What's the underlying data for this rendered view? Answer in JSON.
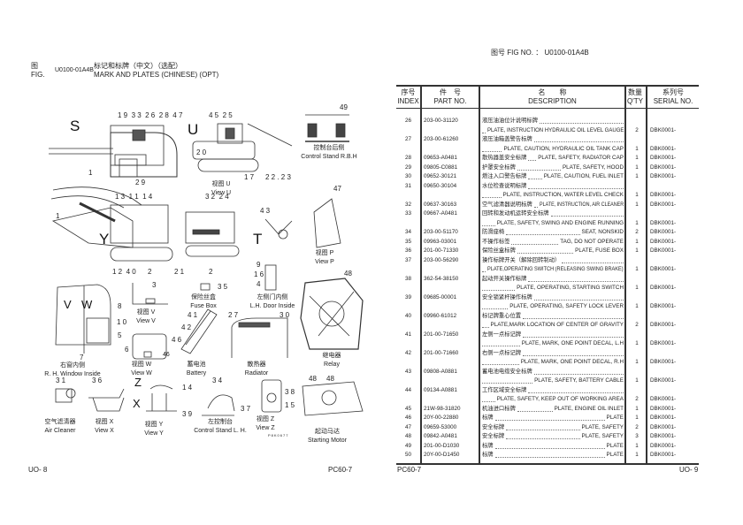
{
  "header": {
    "fig_no_label": "图号 FIG NO. ：",
    "fig_no": "U0100-01A4B",
    "fig_cn": "图",
    "fig_en": "FIG.",
    "fig_code": "U0100-01A4B",
    "title_cn": "标记和标牌（中文）（选配）",
    "title_en": "MARK AND PLATES (CHINESE) (OPT)"
  },
  "table": {
    "headers": {
      "index_cn": "序号",
      "index_en": "INDEX",
      "part_cn": "件　号",
      "part_en": "PART NO.",
      "desc_cn": "名　　称",
      "desc_en": "DESCRIPTION",
      "qty_cn": "数量",
      "qty_en": "Q'TY",
      "serial_cn": "系列号",
      "serial_en": "SERIAL NO."
    },
    "rows": [
      {
        "index": "26",
        "part": "203-00-31120",
        "cn": "液压油油位计说明标牌",
        "en": "PLATE, INSTRUCTION HYDRAULIC OIL LEVEL GAUGE",
        "qty": "2",
        "serial": "DBK0001-",
        "two": true
      },
      {
        "index": "27",
        "part": "203-00-61260",
        "cn": "液压油箱盖警告标牌",
        "en": "PLATE, CAUTION, HYDRAULIC OIL TANK CAP",
        "qty": "1",
        "serial": "DBK0001-",
        "two": true
      },
      {
        "index": "28",
        "part": "09653-A0481",
        "cn": "散热器盖安全标牌",
        "en": "PLATE, SAFETY, RADIATOR CAP",
        "qty": "1",
        "serial": "DBK0001-",
        "two": false
      },
      {
        "index": "29",
        "part": "09805-C0881",
        "cn": "护罩安全标牌",
        "en": "PLATE, SAFETY, HOOD",
        "qty": "1",
        "serial": "DBK0001-",
        "two": false
      },
      {
        "index": "30",
        "part": "09652-30121",
        "cn": "燃注入口警告标牌",
        "en": "PLATE, CAUTION, FUEL INLET",
        "qty": "1",
        "serial": "DBK0001-",
        "two": false
      },
      {
        "index": "31",
        "part": "09650-30104",
        "cn": "水位检查说明标牌",
        "en": "PLATE, INSTRUCTION, WATER LEVEL CHECK",
        "qty": "1",
        "serial": "DBK0001-",
        "two": true
      },
      {
        "index": "32",
        "part": "09637-30163",
        "cn": "空气滤清器说明标牌",
        "en": "PLATE, INSTRUCTION, AIR CLEANER",
        "qty": "1",
        "serial": "DBK0001-",
        "two": false
      },
      {
        "index": "33",
        "part": "09667-A0481",
        "cn": "回转和发动机运转安全标牌",
        "en": "PLATE, SAFETY, SWING AND ENGINE RUNNING",
        "qty": "1",
        "serial": "DBK0001-",
        "two": true
      },
      {
        "index": "34",
        "part": "203-00-51170",
        "cn": "防滑座椅",
        "en": "SEAT, NONSKID",
        "qty": "2",
        "serial": "DBK0001-",
        "two": false
      },
      {
        "index": "35",
        "part": "09963-03001",
        "cn": "不操作标签",
        "en": "TAG, DO NOT OPERATE",
        "qty": "1",
        "serial": "DBK0001-",
        "two": false
      },
      {
        "index": "36",
        "part": "201-00-71330",
        "cn": "保险丝盒标牌",
        "en": "PLATE, FUSE BOX",
        "qty": "1",
        "serial": "DBK0001-",
        "two": false
      },
      {
        "index": "37",
        "part": "203-00-56290",
        "cn": "操作标牌开关（解除回转制动）",
        "en": "PLATE,OPERATING SWITCH (RELEASING SWING BRAKE)",
        "qty": "1",
        "serial": "DBK0001-",
        "two": true
      },
      {
        "index": "38",
        "part": "362-54-38150",
        "cn": "起动开关操作标牌",
        "en": "PLATE, OPERATING, STARTING SWITCH",
        "qty": "1",
        "serial": "DBK0001-",
        "two": true
      },
      {
        "index": "39",
        "part": "09685-00001",
        "cn": "安全锁紧杆操作标牌",
        "en": "PLATE, OPERATING, SAFETY LOCK LEVER",
        "qty": "1",
        "serial": "DBK0001-",
        "two": true
      },
      {
        "index": "40",
        "part": "09960-61012",
        "cn": "标记牌重心位置",
        "en": "PLATE,MARK LOCATION OF CENTER OF GRAVITY",
        "qty": "2",
        "serial": "DBK0001-",
        "two": true
      },
      {
        "index": "41",
        "part": "201-00-71650",
        "cn": "左侧一点标记牌",
        "en": "PLATE, MARK, ONE POINT DECAL, L.H",
        "qty": "1",
        "serial": "DBK0001-",
        "two": true
      },
      {
        "index": "42",
        "part": "201-00-71660",
        "cn": "右侧一点标记牌",
        "en": "PLATE, MARK, ONE POINT DECAL, R.H",
        "qty": "1",
        "serial": "DBK0001-",
        "two": true
      },
      {
        "index": "43",
        "part": "09808-A0881",
        "cn": "蓄电池电缆安全标牌",
        "en": "PLATE, SAFETY, BATTERY CABLE",
        "qty": "1",
        "serial": "DBK0001-",
        "two": true
      },
      {
        "index": "44",
        "part": "09134-A0881",
        "cn": "工作区域安全标牌",
        "en": "PLATE, SAFETY, KEEP OUT OF WORKING AREA",
        "qty": "2",
        "serial": "DBK0001-",
        "two": true
      },
      {
        "index": "45",
        "part": "21W-98-31820",
        "cn": "机油进口标牌",
        "en": "PLATE, ENGINE OIL INLET",
        "qty": "1",
        "serial": "DBK0001-",
        "two": false
      },
      {
        "index": "46",
        "part": "20Y-00-22880",
        "cn": "标牌",
        "en": "PLATE",
        "qty": "1",
        "serial": "DBK0001-",
        "two": false
      },
      {
        "index": "47",
        "part": "09659-53000",
        "cn": "安全标牌",
        "en": "PLATE, SAFETY",
        "qty": "2",
        "serial": "DBK0001-",
        "two": false
      },
      {
        "index": "48",
        "part": "09842-A0481",
        "cn": "安全标牌",
        "en": "PLATE, SAFETY",
        "qty": "3",
        "serial": "DBK0001-",
        "two": false
      },
      {
        "index": "49",
        "part": "201-00-D1030",
        "cn": "标牌",
        "en": "PLATE",
        "qty": "1",
        "serial": "DBK0001-",
        "two": false
      },
      {
        "index": "50",
        "part": "20Y-00-D1450",
        "cn": "标牌",
        "en": "PLATE",
        "qty": "1",
        "serial": "DBK0001-",
        "two": false
      }
    ]
  },
  "diagram": {
    "callouts": [
      "1 9  3 3  2 6  2 8  4 7",
      "4 5  2 5",
      "2 0",
      "2 9",
      "1 7",
      "2 2 . 2 3",
      "49",
      "47",
      "1",
      "1 3  1 1  1 4",
      "3 2  2 4",
      "4 3",
      "1",
      "1 2  4 0",
      "2",
      "2 1",
      "2",
      "9",
      "1 6",
      "4",
      "48",
      "3",
      "3 5",
      "8",
      "1 0",
      "5",
      "7",
      "4 1",
      "4 2",
      "4 6",
      "2 7",
      "3 0",
      "6",
      "46",
      "3 1",
      "3 6",
      "1 4",
      "3 4",
      "3 8",
      "48",
      "48",
      "3 9",
      "3 7",
      "1 5",
      "P8K0677"
    ],
    "letters": [
      "S",
      "U",
      "Y",
      "T",
      "V",
      "W",
      "Z",
      "X"
    ],
    "captions": [
      {
        "cn": "视图 U",
        "en": "View U"
      },
      {
        "cn": "控制台后侧",
        "en": "Control Stand R.B.H"
      },
      {
        "cn": "视图 P",
        "en": "View P"
      },
      {
        "cn": "保险丝盒",
        "en": "Fuse Box"
      },
      {
        "cn": "左侧门内侧",
        "en": "L.H. Door Inside"
      },
      {
        "cn": "视图 V",
        "en": "View V"
      },
      {
        "cn": "右窗内侧",
        "en": "R. H. Window Inside"
      },
      {
        "cn": "视图 W",
        "en": "View W"
      },
      {
        "cn": "蓄电池",
        "en": "Battery"
      },
      {
        "cn": "散热器",
        "en": "Radiator"
      },
      {
        "cn": "继电器",
        "en": "Relay"
      },
      {
        "cn": "空气滤清器",
        "en": "Air Cleaner"
      },
      {
        "cn": "视图 X",
        "en": "View X"
      },
      {
        "cn": "视图 Y",
        "en": "View Y"
      },
      {
        "cn": "左控制台",
        "en": "Control Stand L. H."
      },
      {
        "cn": "视图 Z",
        "en": "View Z"
      },
      {
        "cn": "起动马达",
        "en": "Starting Motor"
      }
    ]
  },
  "footer": {
    "left_page": "UO- 8",
    "left_model": "PC60-7",
    "right_model": "PC60-7",
    "right_page": "UO- 9"
  }
}
